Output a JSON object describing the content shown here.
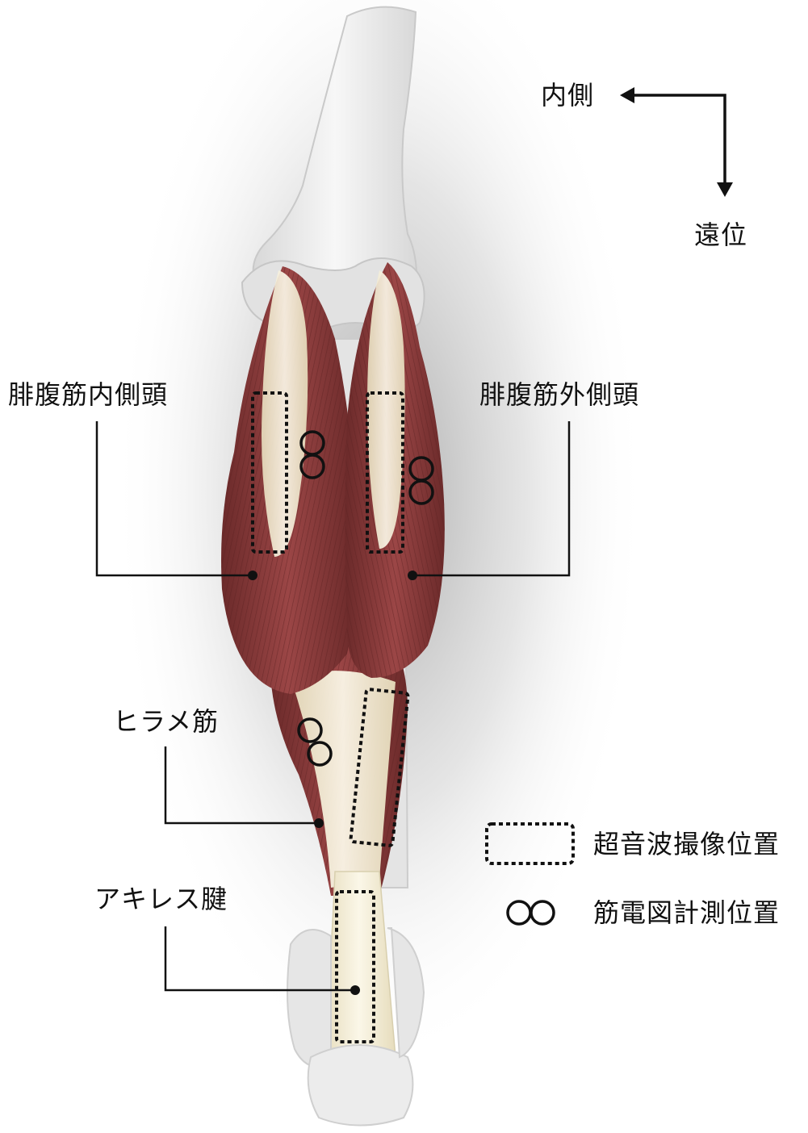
{
  "orientation": {
    "medial_label": "内側",
    "distal_label": "遠位"
  },
  "labels": {
    "gastrocnemius_medial": "腓腹筋内側頭",
    "gastrocnemius_lateral": "腓腹筋外側頭",
    "soleus": "ヒラメ筋",
    "achilles": "アキレス腱"
  },
  "legend": {
    "ultrasound": "超音波撮像位置",
    "emg": "筋電図計測位置"
  },
  "colors": {
    "muscle": "#8c3a3a",
    "muscle_dark": "#5e2424",
    "tendon": "#f3ecd2",
    "bone": "#e9e9e9",
    "line": "#111111"
  }
}
